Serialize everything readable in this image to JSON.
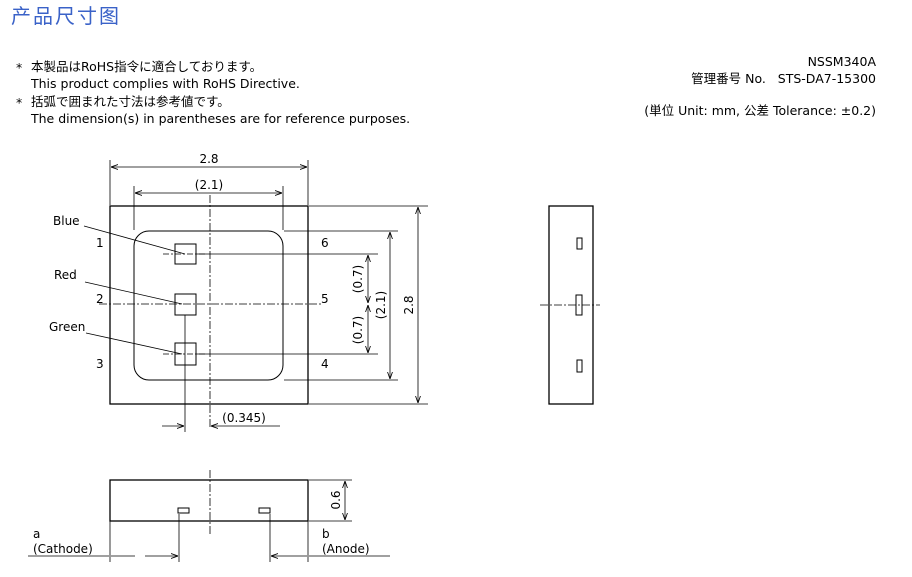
{
  "header": {
    "title": "产品尺寸图",
    "note1_jp": "本製品はRoHS指令に適合しております。",
    "note1_en": "This product complies with RoHS Directive.",
    "note2_jp": "括弧で囲まれた寸法は参考値です。",
    "note2_en": "The dimension(s) in parentheses are for reference purposes.",
    "asterisk": "*"
  },
  "info": {
    "part_no": "NSSM340A",
    "mgmt_label": "管理番号 No.",
    "mgmt_no": "STS-DA7-15300",
    "units": "(単位 Unit: mm, 公差 Tolerance: ±0.2)"
  },
  "diagram": {
    "dim_width": "2.8",
    "dim_inner_width": "(2.1)",
    "dim_height": "2.8",
    "dim_inner_height": "(2.1)",
    "dim_pitch_top": "(0.7)",
    "dim_pitch_bottom": "(0.7)",
    "dim_offset": "(0.345)",
    "dim_thickness": "0.6",
    "label_blue": "Blue",
    "label_red": "Red",
    "label_green": "Green",
    "pin1": "1",
    "pin2": "2",
    "pin3": "3",
    "pin4": "4",
    "pin5": "5",
    "pin6": "6",
    "term_a": "a",
    "term_a_desc": "(Cathode)",
    "term_b": "b",
    "term_b_desc": "(Anode)"
  }
}
